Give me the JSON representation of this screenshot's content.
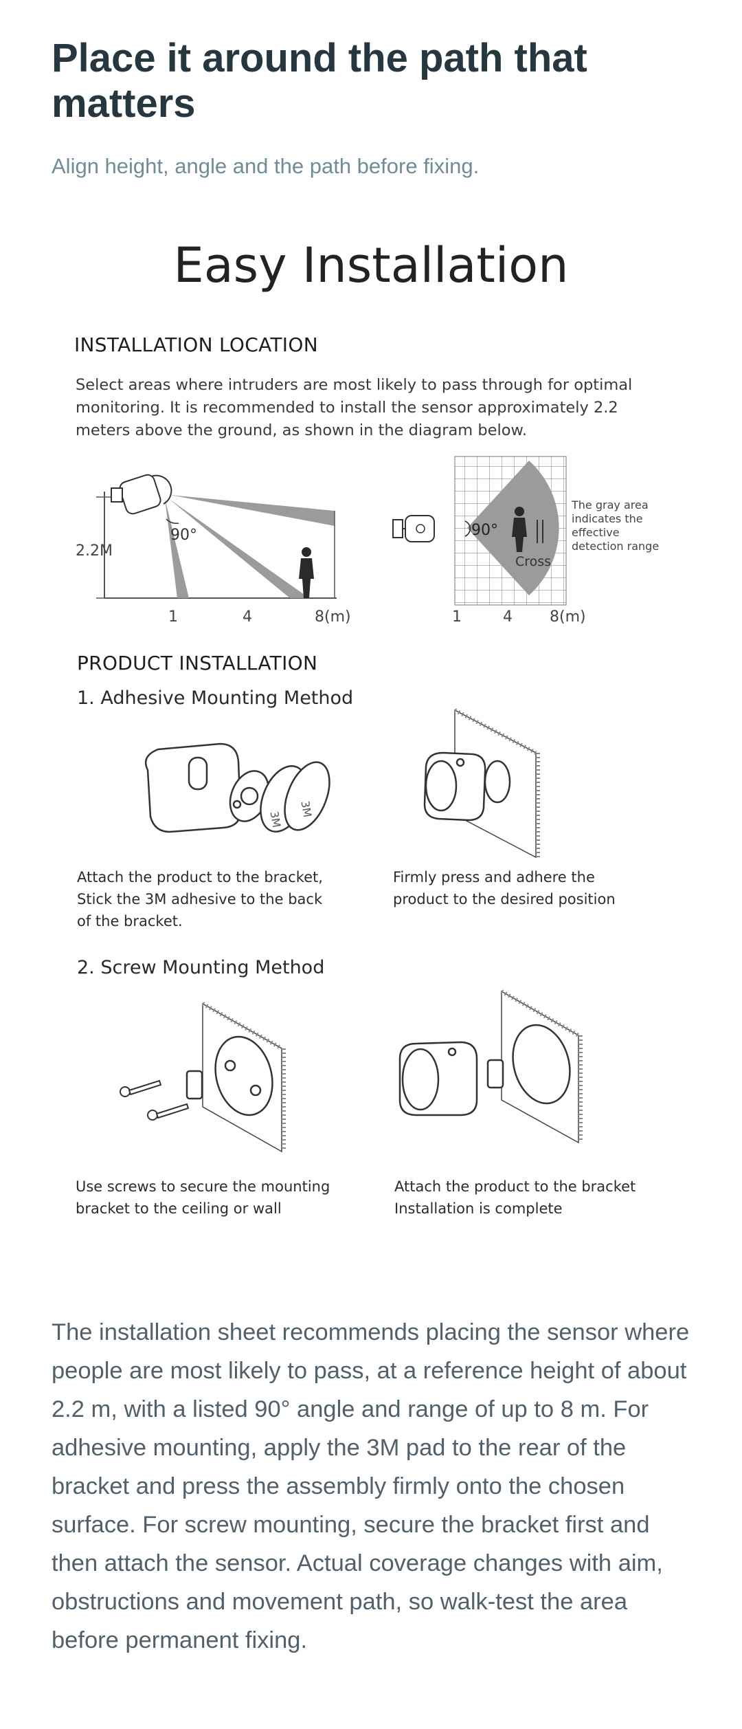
{
  "header": {
    "title": "Place it around the path that matters",
    "subtitle": "Align height, angle and the path before fixing."
  },
  "sheet": {
    "title": "Easy Installation",
    "location": {
      "heading": "INSTALLATION LOCATION",
      "intro": "Select areas where intruders are most likely to pass through for optimal monitoring. It is recommended to install the sensor approximately 2.2 meters above the ground, as shown in the diagram below.",
      "side_view": {
        "height_label": "2.2M",
        "angle_label": "90°",
        "ticks": [
          "1",
          "4",
          "8(m)"
        ]
      },
      "top_view": {
        "angle_label": "90°",
        "cross_label": "Cross",
        "ticks": [
          "1",
          "4",
          "8(m)"
        ],
        "note_lines": [
          "The gray area",
          "indicates the",
          "effective",
          "detection range"
        ]
      }
    },
    "product": {
      "heading": "PRODUCT INSTALLATION",
      "adhesive": {
        "title": "1. Adhesive Mounting Method",
        "pad_label": "3M",
        "step1": [
          "Attach the product to the bracket,",
          "Stick the 3M adhesive to the back",
          "of the bracket."
        ],
        "step2": [
          "Firmly press and adhere the",
          "product to the desired position"
        ]
      },
      "screw": {
        "title": "2. Screw Mounting Method",
        "step1": [
          "Use screws to secure the mounting",
          "bracket to the ceiling or wall"
        ],
        "step2": [
          "Attach the product to the bracket",
          "Installation is complete"
        ]
      }
    }
  },
  "summary": "The installation sheet recommends placing the sensor where people are most likely to pass, at a reference height of about 2.2 m, with a listed 90° angle and range of up to 8 m. For adhesive mounting, apply the 3M pad to the rear of the bracket and press the assembly firmly onto the chosen surface. For screw mounting, secure the bracket first and then attach the sensor. Actual coverage changes with aim, obstructions and movement path, so walk-test the area before permanent fixing.",
  "colors": {
    "detection_gray": "#9b9b9b",
    "title_dark": "#27373f",
    "subtitle_teal": "#6f8c98"
  }
}
